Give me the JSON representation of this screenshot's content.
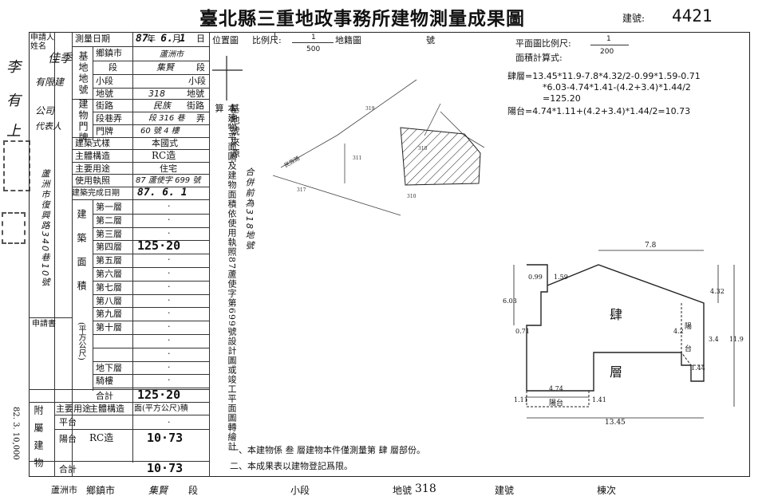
{
  "header": {
    "title": "臺北縣三重地政事務所建物測量成果圖",
    "building_no_label": "建號:",
    "building_no": "4421"
  },
  "left_margin": {
    "handwritten": [
      "李",
      "有",
      "上"
    ],
    "side_number": "82. 3. 10,000"
  },
  "applicant": {
    "label": "申請人姓名",
    "name_lines": [
      "佳季",
      "有限建",
      "公司",
      "代表人"
    ]
  },
  "survey": {
    "date_label": "測量日期",
    "date_value": "87. 6. 1",
    "date_units": [
      "年",
      "月",
      "日"
    ]
  },
  "land": {
    "group_label": "基地地號",
    "rows": [
      {
        "label": "鄉鎮市",
        "value": "蘆洲市"
      },
      {
        "label": "段",
        "value": "集賢",
        "unit": "段"
      },
      {
        "label": "小段",
        "value": "",
        "unit": "小段"
      },
      {
        "label": "地號",
        "value": "318",
        "unit": "地號"
      }
    ]
  },
  "doorplate": {
    "group_label": "建物門牌",
    "rows": [
      {
        "label": "街路",
        "value": "民族",
        "unit": "街路"
      },
      {
        "label": "段巷弄",
        "value": "段 316 巷",
        "unit": "弄"
      },
      {
        "label": "門牌",
        "value": "60 號 4 樓"
      }
    ]
  },
  "building": {
    "style_label": "建築式樣",
    "style_value": "本國式",
    "structure_label": "主體構造",
    "structure_value": "RC造",
    "use_label": "主要用途",
    "use_value": "住宅",
    "license_label": "使用執照",
    "license_value": "87 蘆使字 699 號",
    "completion_label": "建築完成日期",
    "completion_value": "87. 6. 1"
  },
  "floors": {
    "group_label": "建築面積",
    "unit_label": "(平方公尺)",
    "rows": [
      {
        "label": "第一層",
        "value": "·"
      },
      {
        "label": "第二層",
        "value": "·"
      },
      {
        "label": "第三層",
        "value": "·"
      },
      {
        "label": "第四層",
        "value": "125·20"
      },
      {
        "label": "第五層",
        "value": "·"
      },
      {
        "label": "第六層",
        "value": "·"
      },
      {
        "label": "第七層",
        "value": "·"
      },
      {
        "label": "第八層",
        "value": "·"
      },
      {
        "label": "第九層",
        "value": "·"
      },
      {
        "label": "第十層",
        "value": "·"
      },
      {
        "label": "",
        "value": "·"
      },
      {
        "label": "",
        "value": "·"
      },
      {
        "label": "地下層",
        "value": "·"
      },
      {
        "label": "騎樓",
        "value": "·"
      }
    ],
    "total_label": "合計",
    "total_value": "125·20"
  },
  "attached": {
    "group_label": "附屬建物",
    "headers": [
      "主要用途",
      "主體構造",
      "面(平方公尺)積"
    ],
    "rows": [
      {
        "use": "平台",
        "structure": "",
        "area": "·"
      },
      {
        "use": "陽台",
        "structure": "RC造",
        "area": "10·73"
      }
    ],
    "total_label": "合計",
    "total_value": "10·73"
  },
  "application": {
    "label": "申請書",
    "vertical_address": "蘆洲市復興路340巷10號"
  },
  "location_map": {
    "label": "位置圖",
    "scale_label": "比例尺:",
    "scale_num": "1",
    "scale_den": "500",
    "cadastral_label": "地籍圖",
    "number_label": "號",
    "lot_label": "318",
    "lot_labels": [
      "319",
      "317",
      "310",
      "311"
    ],
    "road_label": "民族路"
  },
  "source_note": {
    "heading": "基地號來源:",
    "text": "本建物平面圖及建物面積依使用執照87蘆使字第699號設計圖或竣工平面圖轉繪計算",
    "merge_text": "合併前為318地號"
  },
  "floor_plan": {
    "scale_label": "平面圖比例尺:",
    "scale_num": "1",
    "scale_den": "200",
    "calc_label": "面積計算式:",
    "formulas": [
      "肆層=13.45*11.9-7.8*4.32/2-0.99*1.59-0.71",
      "*6.03-4.74*1.41-(4.2+3.4)*1.44/2",
      "=125.20",
      "陽台=4.74*1.11+(4.2+3.4)*1.44/2=10.73"
    ],
    "room_label_1": "肆",
    "room_label_2": "層",
    "balcony_label": "陽台",
    "balcony_right": "陽",
    "balcony_right_2": "台",
    "dims": {
      "top": "7.8",
      "d099": "0.99",
      "d159": "1.59",
      "d603": "6.03",
      "d071": "0.71",
      "d432": "4.32",
      "d42": "4.2",
      "d34": "3.4",
      "d119": "11.9",
      "d144": "1.44",
      "d474": "4.74",
      "d111": "1.11",
      "d141": "1.41",
      "d1345": "13.45"
    }
  },
  "notes": [
    "一、本建物係 叁 層建物本件僅測量第 肆 層部份。",
    "二、本成果表以建物登記爲限。"
  ],
  "footer": {
    "city": "蘆洲市",
    "city_label": "鄉鎮市",
    "section": "集賢",
    "section_label": "段",
    "subsection_label": "小段",
    "lot_label": "地號",
    "lot_value": "318",
    "build_label": "建號",
    "order_label": "棟次"
  }
}
